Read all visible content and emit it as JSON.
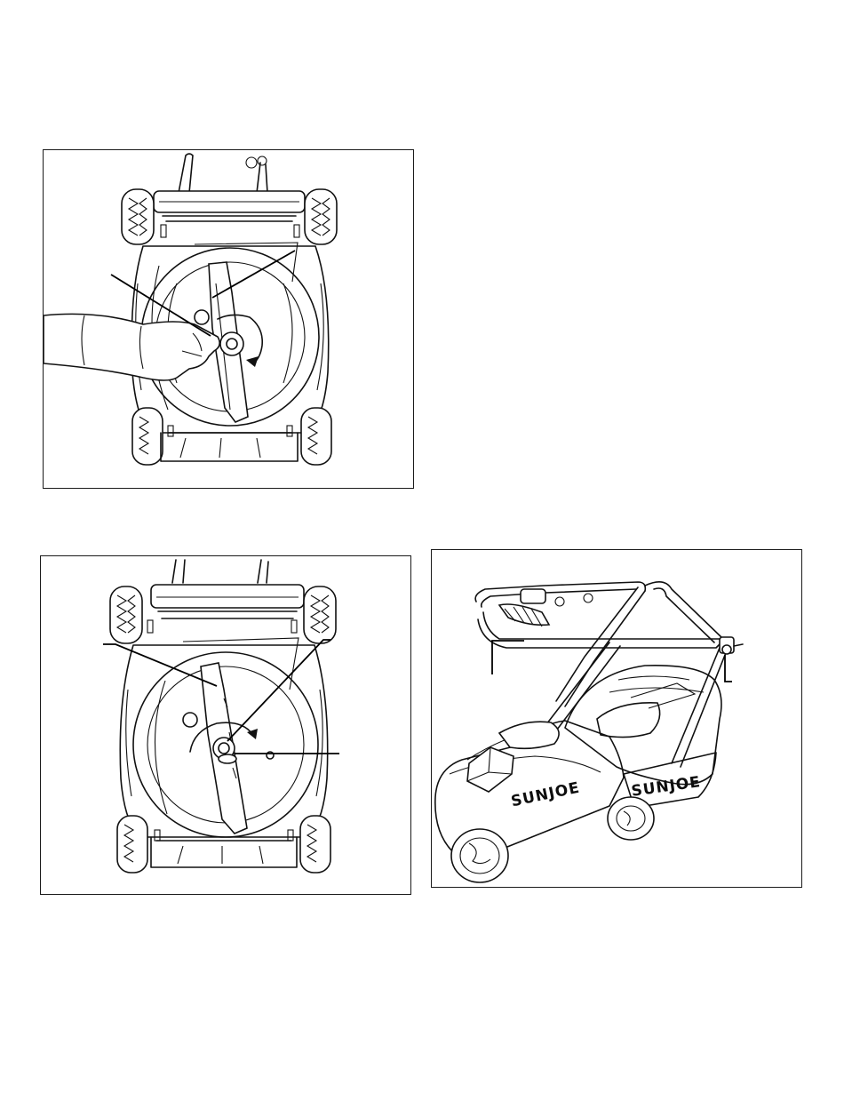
{
  "figures": [
    {
      "id": "blade-removal-top-view",
      "type": "line-illustration"
    },
    {
      "id": "blade-install-top-view",
      "type": "line-illustration"
    },
    {
      "id": "mower-overview-perspective",
      "type": "line-illustration"
    }
  ],
  "branding": {
    "deck_logo": "SUNJOE",
    "bag_logo": "SUNJOE"
  },
  "icons": [
    "rotation-arrow-icon"
  ],
  "colors": {
    "line": "#111111",
    "background": "#ffffff"
  }
}
